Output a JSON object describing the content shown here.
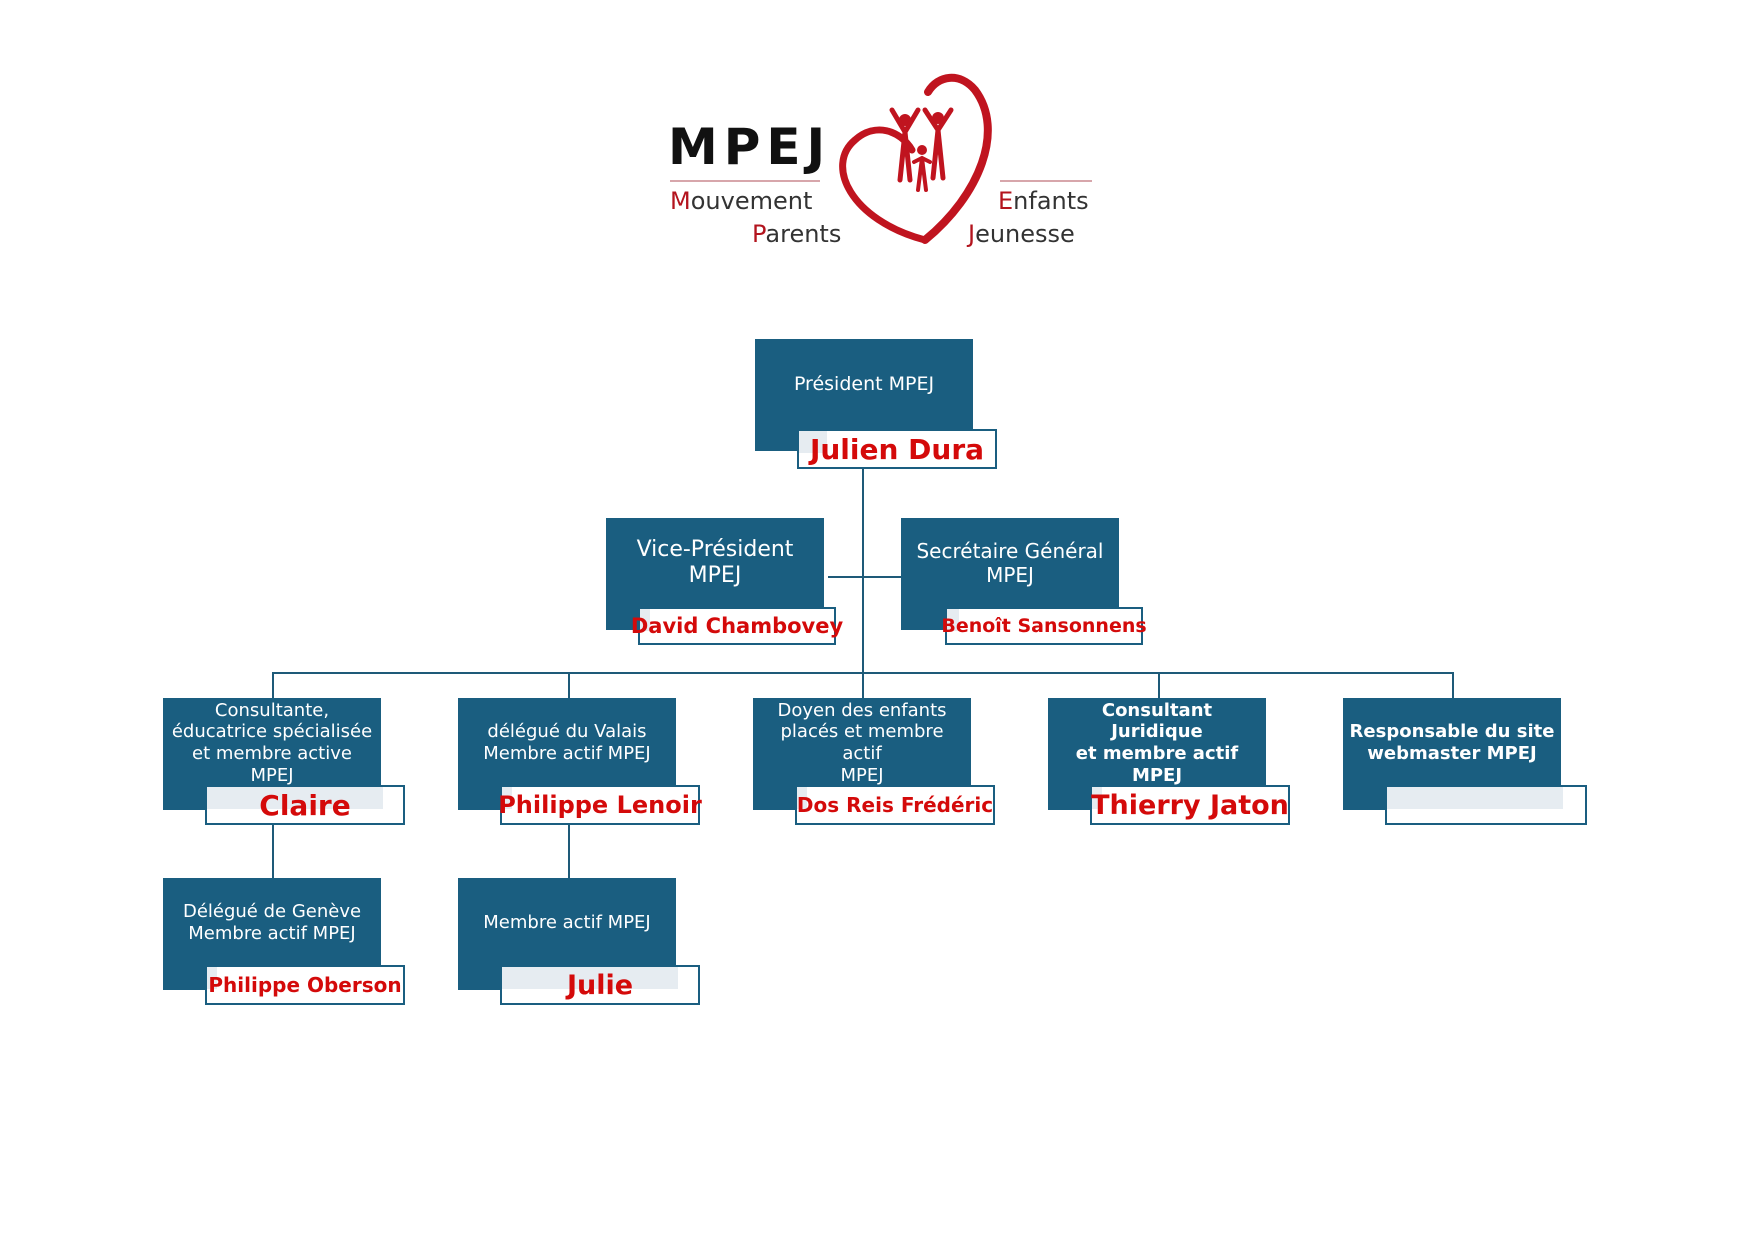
{
  "logo": {
    "title": "MPEJ",
    "words": [
      {
        "initial": "M",
        "rest": "ouvement"
      },
      {
        "initial": "P",
        "rest": "arents"
      },
      {
        "initial": "E",
        "rest": "nfants"
      },
      {
        "initial": "J",
        "rest": "eunesse"
      }
    ],
    "accent_color": "#c0141f"
  },
  "org": {
    "president": {
      "role": "Président MPEJ",
      "name": "Julien Dura"
    },
    "vice_president": {
      "role": "Vice-Président\nMPEJ",
      "name": "David Chambovey"
    },
    "secretary": {
      "role": "Secrétaire Général\nMPEJ",
      "name": "Benoît Sansonnens"
    },
    "members": [
      {
        "role": "Consultante,\néducatrice spécialisée\net membre active MPEJ",
        "name": "Claire"
      },
      {
        "role": "délégué du Valais\nMembre actif  MPEJ",
        "name": "Philippe Lenoir"
      },
      {
        "role": "Doyen des enfants\nplacés et membre actif\nMPEJ",
        "name": "Dos Reis Frédéric"
      },
      {
        "role": "Consultant Juridique\net membre actif MPEJ",
        "name": "Thierry Jaton"
      },
      {
        "role": "Responsable du site\nwebmaster MPEJ",
        "name": ""
      }
    ],
    "sub_members": [
      {
        "role": "Délégué de Genève\nMembre actif MPEJ",
        "name": "Philippe Oberson"
      },
      {
        "role": "Membre actif MPEJ",
        "name": "Julie"
      }
    ]
  },
  "colors": {
    "box": "#1a5e80",
    "name_text": "#d40a0a",
    "connector": "#1e5a78"
  }
}
